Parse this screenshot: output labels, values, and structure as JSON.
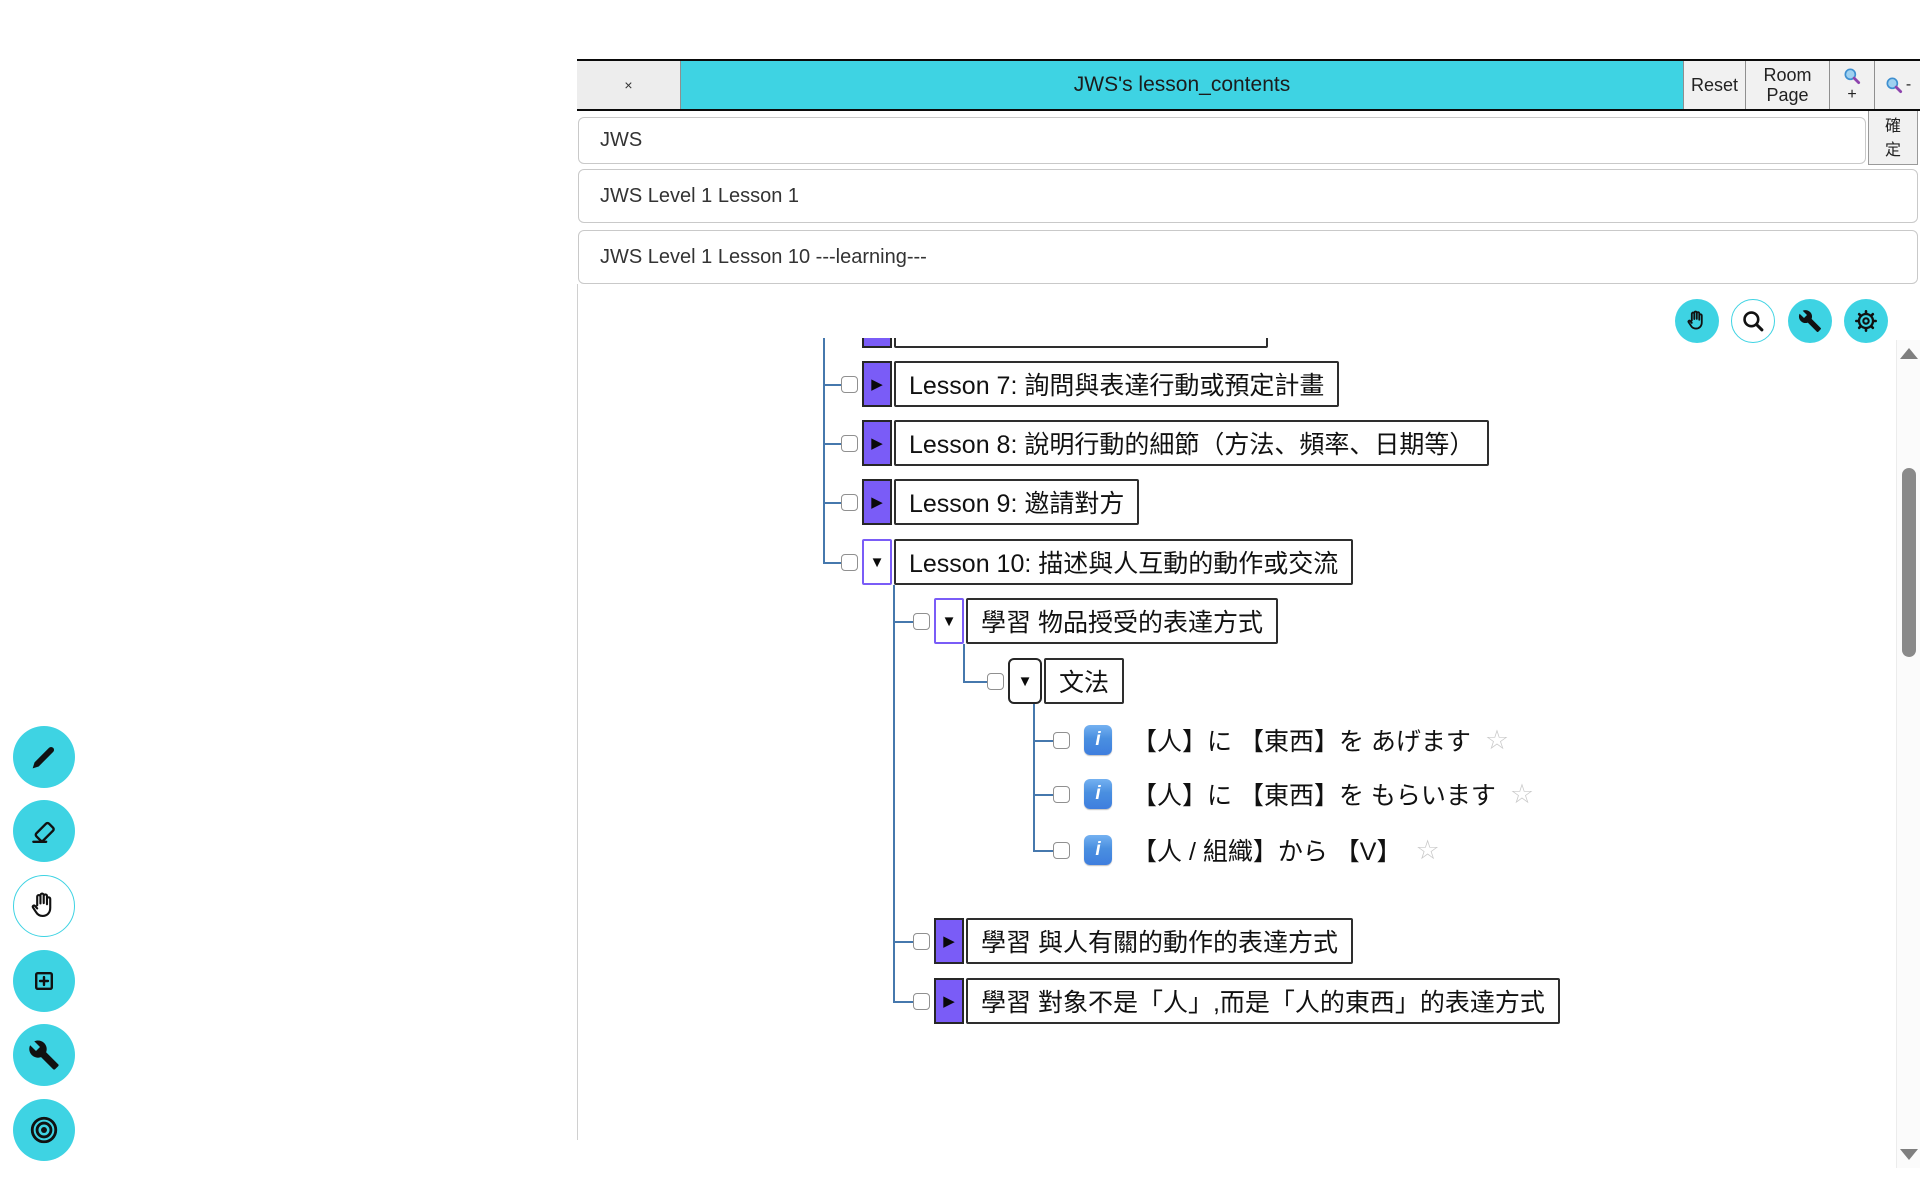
{
  "window": {
    "title": "JWS's lesson_contents",
    "close_label": "×",
    "reset_label": "Reset",
    "room_page_line1": "Room",
    "room_page_line2": "Page",
    "zoom_in_label": "+",
    "zoom_out_label": "-",
    "confirm_label": "確定"
  },
  "breadcrumbs": {
    "level0": "JWS",
    "level1": "JWS Level 1 Lesson 1",
    "level2": "JWS Level 1 Lesson 10 ---learning---"
  },
  "tree": {
    "expander_collapsed": "▶",
    "expander_expanded": "▼",
    "info_glyph": "i",
    "lessons": [
      {
        "label": "Lesson 7: 詢問與表達行動或預定計畫",
        "state": "collapsed"
      },
      {
        "label": "Lesson 8: 說明行動的細節（方法、頻率、日期等）",
        "state": "collapsed"
      },
      {
        "label": "Lesson 9: 邀請對方",
        "state": "collapsed"
      },
      {
        "label": "Lesson 10: 描述與人互動的動作或交流",
        "state": "expanded"
      }
    ],
    "lesson10_children": [
      {
        "label": "學習 物品授受的表達方式",
        "state": "expanded"
      },
      {
        "label": "學習 與人有關的動作的表達方式",
        "state": "collapsed"
      },
      {
        "label": "學習 對象不是「人」,而是「人的東西」的表達方式",
        "state": "collapsed"
      }
    ],
    "grammar": {
      "label": "文法",
      "state": "expanded"
    },
    "grammar_items": [
      {
        "label": "【人】に 【東西】を あげます",
        "star": "☆"
      },
      {
        "label": "【人】に 【東西】を もらいます",
        "star": "☆"
      },
      {
        "label": "【人 / 組織】から 【V】",
        "star": "☆"
      }
    ]
  },
  "icons": {
    "side_tools": [
      "pencil",
      "eraser",
      "hand",
      "add-frame",
      "wrench",
      "target"
    ],
    "float_tools": [
      "hand",
      "search",
      "wrench",
      "gear"
    ],
    "header_tools": [
      "zoom-in-magnifier",
      "zoom-out-magnifier"
    ]
  },
  "colors": {
    "accent_cyan": "#3ed3e3",
    "accent_purple": "#7a5cf7",
    "info_blue": "#4a8fe0",
    "tree_line": "#4678ad",
    "star_gray": "#c9c9c9"
  }
}
